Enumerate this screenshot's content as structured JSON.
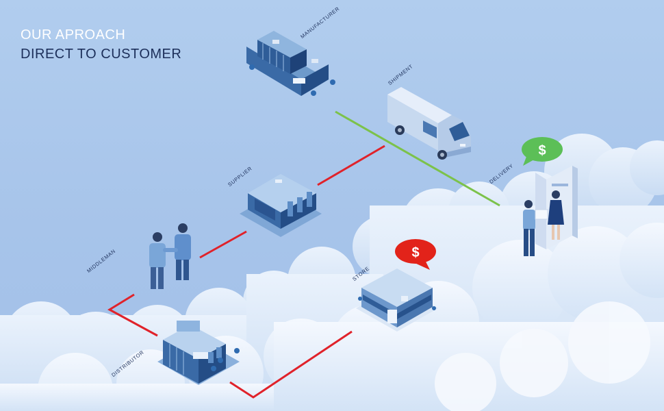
{
  "title": {
    "line1": "OUR APROACH",
    "line2": "DIRECT TO CUSTOMER"
  },
  "labels": {
    "manufacturer": "MANUFACTURER",
    "shipment": "SHIPMENT",
    "delivery": "DELIVERY",
    "supplier": "SUPPLIER",
    "middleman": "MIDDLEMAN",
    "store": "STORE",
    "distributor": "DISTRIBUTOR"
  },
  "badges": {
    "delivery_symbol": "$",
    "store_symbol": "$"
  },
  "colors": {
    "direct_path": "#7cc24a",
    "traditional_path": "#e0222a",
    "delivery_badge": "#5cbf57",
    "store_badge": "#e2231a",
    "title_primary": "#ffffff",
    "title_secondary": "#1c2f5a"
  },
  "icons": [
    "factory-building-icon",
    "delivery-van-icon",
    "supplier-warehouse-icon",
    "handshake-people-icon",
    "distributor-building-icon",
    "store-shop-icon",
    "customer-delivery-icon"
  ]
}
